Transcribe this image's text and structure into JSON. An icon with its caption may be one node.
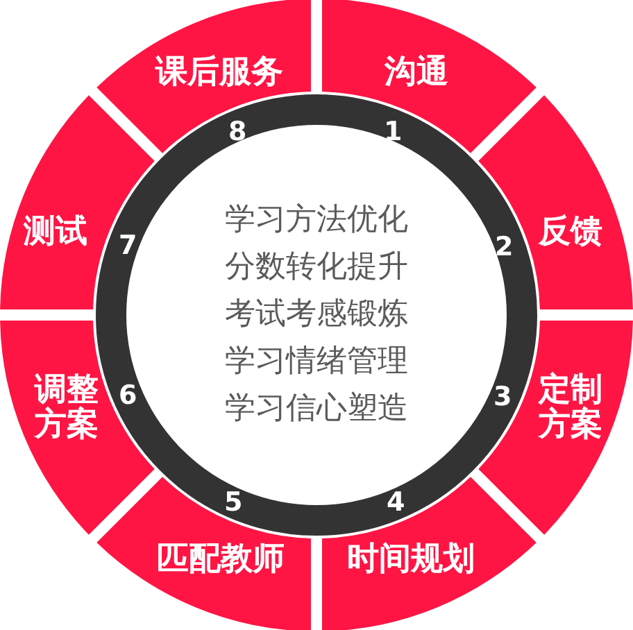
{
  "diagram": {
    "nodes": [
      {
        "text": [
          "沟通"
        ],
        "beside": [
          "1"
        ]
      },
      {
        "text": [
          "反馈"
        ],
        "beside": [
          "2"
        ]
      },
      {
        "text": [
          "定制方案"
        ],
        "beside": [
          "3"
        ]
      },
      {
        "text": [
          "时间规划"
        ],
        "beside": [
          "4"
        ]
      },
      {
        "text": [
          "匹配教师"
        ],
        "beside": [
          "5"
        ]
      },
      {
        "text": [
          "调整方案"
        ],
        "beside": [
          "6"
        ]
      },
      {
        "text": [
          "测试"
        ],
        "beside": [
          "7"
        ]
      },
      {
        "text": [
          "课后服务"
        ],
        "beside": [
          "8"
        ]
      },
      {
        "text": [
          "学习方法优化",
          "分数转化提升",
          "考试考感锻炼",
          "学习情绪管理",
          "学习信心塑造"
        ]
      }
    ]
  }
}
